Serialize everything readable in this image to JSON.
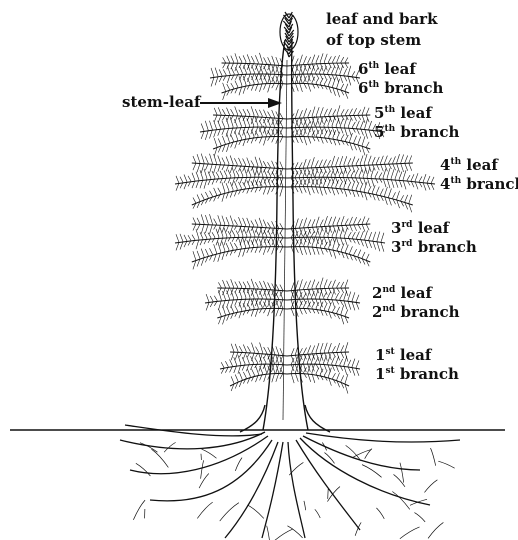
{
  "labels": {
    "top_line1": "leaf and bark",
    "top_line2": "of top stem",
    "stem_leaf": "stem-leaf",
    "word_leaf": "leaf",
    "word_branch": "branch"
  },
  "levels": [
    {
      "num": "6",
      "sup": "th"
    },
    {
      "num": "5",
      "sup": "th"
    },
    {
      "num": "4",
      "sup": "th"
    },
    {
      "num": "3",
      "sup": "rd"
    },
    {
      "num": "2",
      "sup": "nd"
    },
    {
      "num": "1",
      "sup": "st"
    }
  ],
  "colors": {
    "ink": "#111111",
    "background": "#ffffff"
  }
}
